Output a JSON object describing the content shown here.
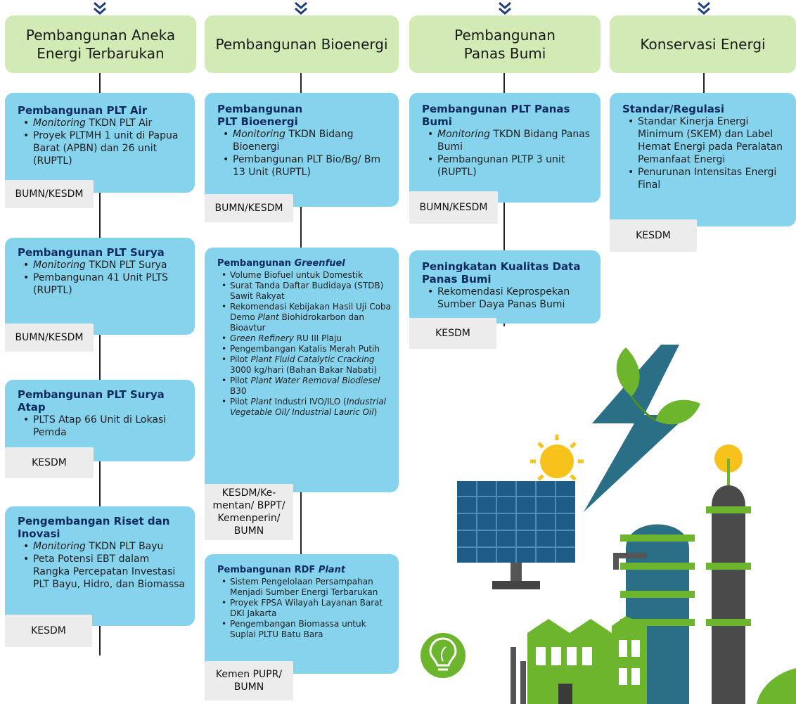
{
  "columns": [
    {
      "header": "Pembangunan Aneka Energi Terbarukan"
    },
    {
      "header": "Pembangunan Bioenergi"
    },
    {
      "header": "Pembangunan Panas Bumi"
    },
    {
      "header": "Konservasi Energi"
    }
  ],
  "col1": {
    "b1": {
      "title": "Pembangunan PLT Air",
      "i1_em": "Monitoring",
      "i1": " TKDN PLT Air",
      "i2": "Proyek PLTMH 1 unit di Papua Barat (APBN) dan 26 unit (RUPTL)",
      "tag": "BUMN/KESDM"
    },
    "b2": {
      "title": "Pembangunan PLT Surya",
      "i1_em": "Monitoring",
      "i1": " TKDN PLT Surya",
      "i2": "Pembangunan 41 Unit PLTS (RUPTL)",
      "tag": "BUMN/KESDM"
    },
    "b3": {
      "title": "Pembangunan PLT Surya Atap",
      "i1": "PLTS Atap 66 Unit di Lokasi Pemda",
      "tag": "KESDM"
    },
    "b4": {
      "title": "Pengembangan Riset dan Inovasi",
      "i1_em": "Monitoring",
      "i1": " TKDN PLT Bayu",
      "i2": "Peta Potensi EBT dalam Rangka Percepatan Investasi PLT Bayu, Hidro, dan Biomassa",
      "tag": "KESDM"
    }
  },
  "col2": {
    "b1": {
      "title": "Pembangunan PLT Bioenergi",
      "i1_em": "Monitoring",
      "i1": " TKDN Bidang Bioenergi",
      "i2": "Pembangunan PLT Bio/Bg/ Bm 13 Unit (RUPTL)",
      "tag": "BUMN/KESDM"
    },
    "b2": {
      "title": "Pembangunan ",
      "title_em": "Greenfuel",
      "i1": "Volume Biofuel untuk Domestik",
      "i2": "Surat Tanda Daftar Budidaya (STDB) Sawit Rakyat",
      "i3a": "Rekomendasi Kebijakan Hasil Uji Coba Demo ",
      "i3_em": "Plant",
      "i3b": " Biohidrokarbon dan Bioavtur",
      "i4_em": "Green Refinery",
      "i4": " RU III Plaju",
      "i5": "Pengembangan Katalis Merah Putih",
      "i6a": "Pilot ",
      "i6_em": "Plant Fluid Catalytic Cracking",
      "i6b": " 3000 kg/hari (Bahan Bakar Nabati)",
      "i7a": "Pilot ",
      "i7_em": "Plant Water Removal Biodiesel",
      "i7b": " B30",
      "i8a": "Pilot ",
      "i8_em1": "Plant",
      "i8b": " Industri IVO/ILO (",
      "i8_em2": "Industrial Vegetable Oil/ Industrial Lauric Oil",
      "i8c": ")",
      "tag": "KESDM/Ke-mentan/ BPPT/ Kemenperin/ BUMN"
    },
    "b3": {
      "title": "Pembangunan RDF ",
      "title_em": "Plant",
      "i1": "Sistem Pengelolaan Persampahan Menjadi Sumber Energi Terbarukan",
      "i2": "Proyek FPSA Wilayah Layanan Barat DKI Jakarta",
      "i3": "Pengembangan Biomassa untuk Suplai PLTU Batu Bara",
      "tag": "Kemen PUPR/ BUMN"
    }
  },
  "col3": {
    "b1": {
      "title": "Pembangunan PLT Panas Bumi",
      "i1_em": "Monitoring",
      "i1": " TKDN Bidang Panas Bumi",
      "i2": "Pembangunan PLTP 3 unit (RUPTL)",
      "tag": "BUMN/KESDM"
    },
    "b2": {
      "title": "Peningkatan Kualitas Data Panas Bumi",
      "i1": "Rekomendasi Keprospekan Sumber Daya Panas Bumi",
      "tag": "KESDM"
    }
  },
  "col4": {
    "b1": {
      "title": "Standar/Regulasi",
      "i1": "Standar Kinerja Energi Minimum (SKEM) dan Label Hemat Energi pada Peralatan Pemanfaat Energi",
      "i2": "Penurunan Intensitas Energi Final",
      "tag": "KESDM"
    }
  },
  "colors": {
    "header": "#d2ebb5",
    "box": "#86d3ee",
    "tag": "#ececec",
    "title": "#0d2a5e",
    "green": "#6cb52d",
    "teal": "#2a6f86"
  }
}
